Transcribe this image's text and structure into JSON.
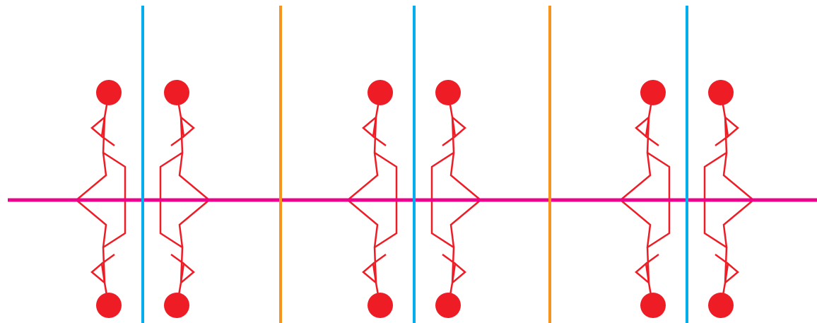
{
  "colors": {
    "background": "#ffffff",
    "figure": "#ee1c25",
    "mirror_line": "#00aeef",
    "separator_line": "#f7941d",
    "axis_line": "#ec008c"
  },
  "figures": {
    "motif": "zigzag-stick-figure",
    "head_shape": "filled-circle",
    "panel_count": 3,
    "figures_per_panel": 2,
    "pair_relation": "mirror-images-across-vertical-line",
    "vertical_relation": "mirror-image-across-horizontal-line"
  },
  "lines": {
    "horizontal_axis_count": 1,
    "vertical_mirror_line_count": 3,
    "vertical_separator_line_count": 2
  }
}
